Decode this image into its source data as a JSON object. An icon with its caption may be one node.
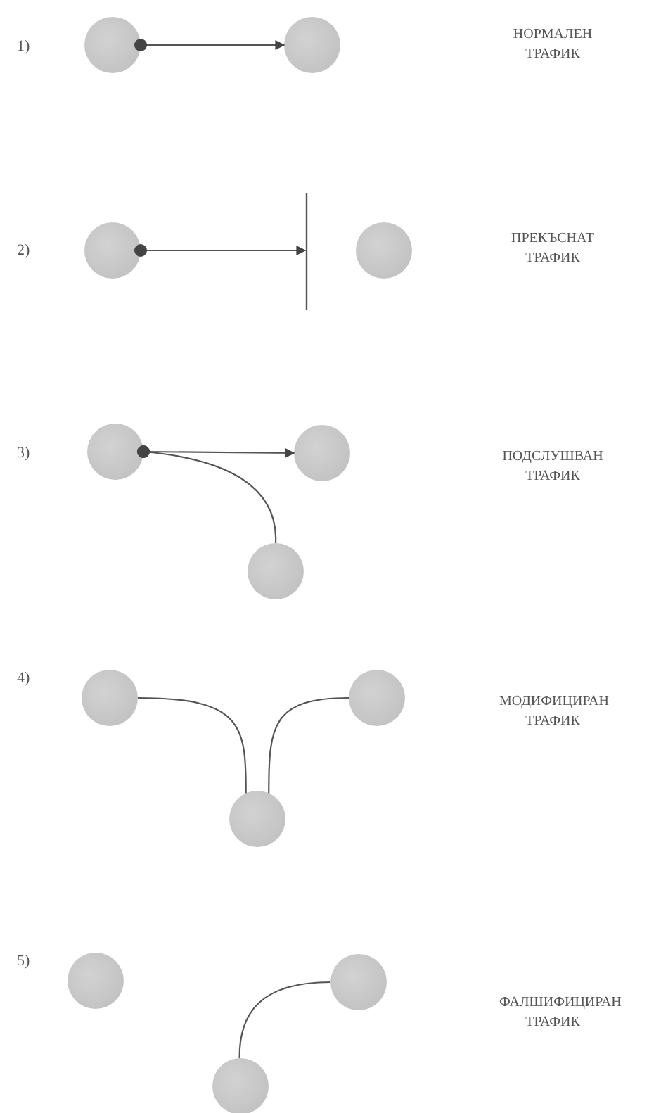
{
  "diagram": {
    "nodes": [
      {
        "text": [],
        "shape": "circle"
      },
      {
        "text": [],
        "shape": "circle"
      },
      {
        "text": [],
        "shape": "circle"
      },
      {
        "text": [],
        "shape": "circle"
      },
      {
        "text": [],
        "shape": "circle"
      },
      {
        "text": [],
        "shape": "circle"
      },
      {
        "text": [],
        "shape": "circle"
      },
      {
        "text": [],
        "shape": "circle"
      },
      {
        "text": [],
        "shape": "circle"
      },
      {
        "text": [],
        "shape": "circle"
      },
      {
        "text": [],
        "shape": "circle"
      },
      {
        "text": [],
        "shape": "circle"
      },
      {
        "text": [],
        "shape": "circle"
      }
    ],
    "edges": [
      {
        "from": 0,
        "to": 1,
        "arrow": "to"
      },
      {
        "from": 2,
        "to": null,
        "arrow": "to"
      },
      {
        "from": 4,
        "to": 5,
        "arrow": "to"
      },
      {
        "from": 4,
        "to": 6,
        "arrow": "other"
      },
      {
        "from": 7,
        "to": 9,
        "arrow": "none"
      },
      {
        "from": 8,
        "to": 9,
        "arrow": "none"
      },
      {
        "from": 11,
        "to": 12,
        "arrow": "none"
      }
    ],
    "labels": [
      "1)",
      "НОРМАЛЕН ТРАФИК",
      "2)",
      "ПРЕКЪСНАТ ТРАФИК",
      "3)",
      "ПОДСЛУШВАН ТРАФИК",
      "4)",
      "МОДИФИЦИРАН ТРАФИК",
      "5)",
      "ФАЛШИФИЦИРАН ТРАФИК"
    ]
  }
}
